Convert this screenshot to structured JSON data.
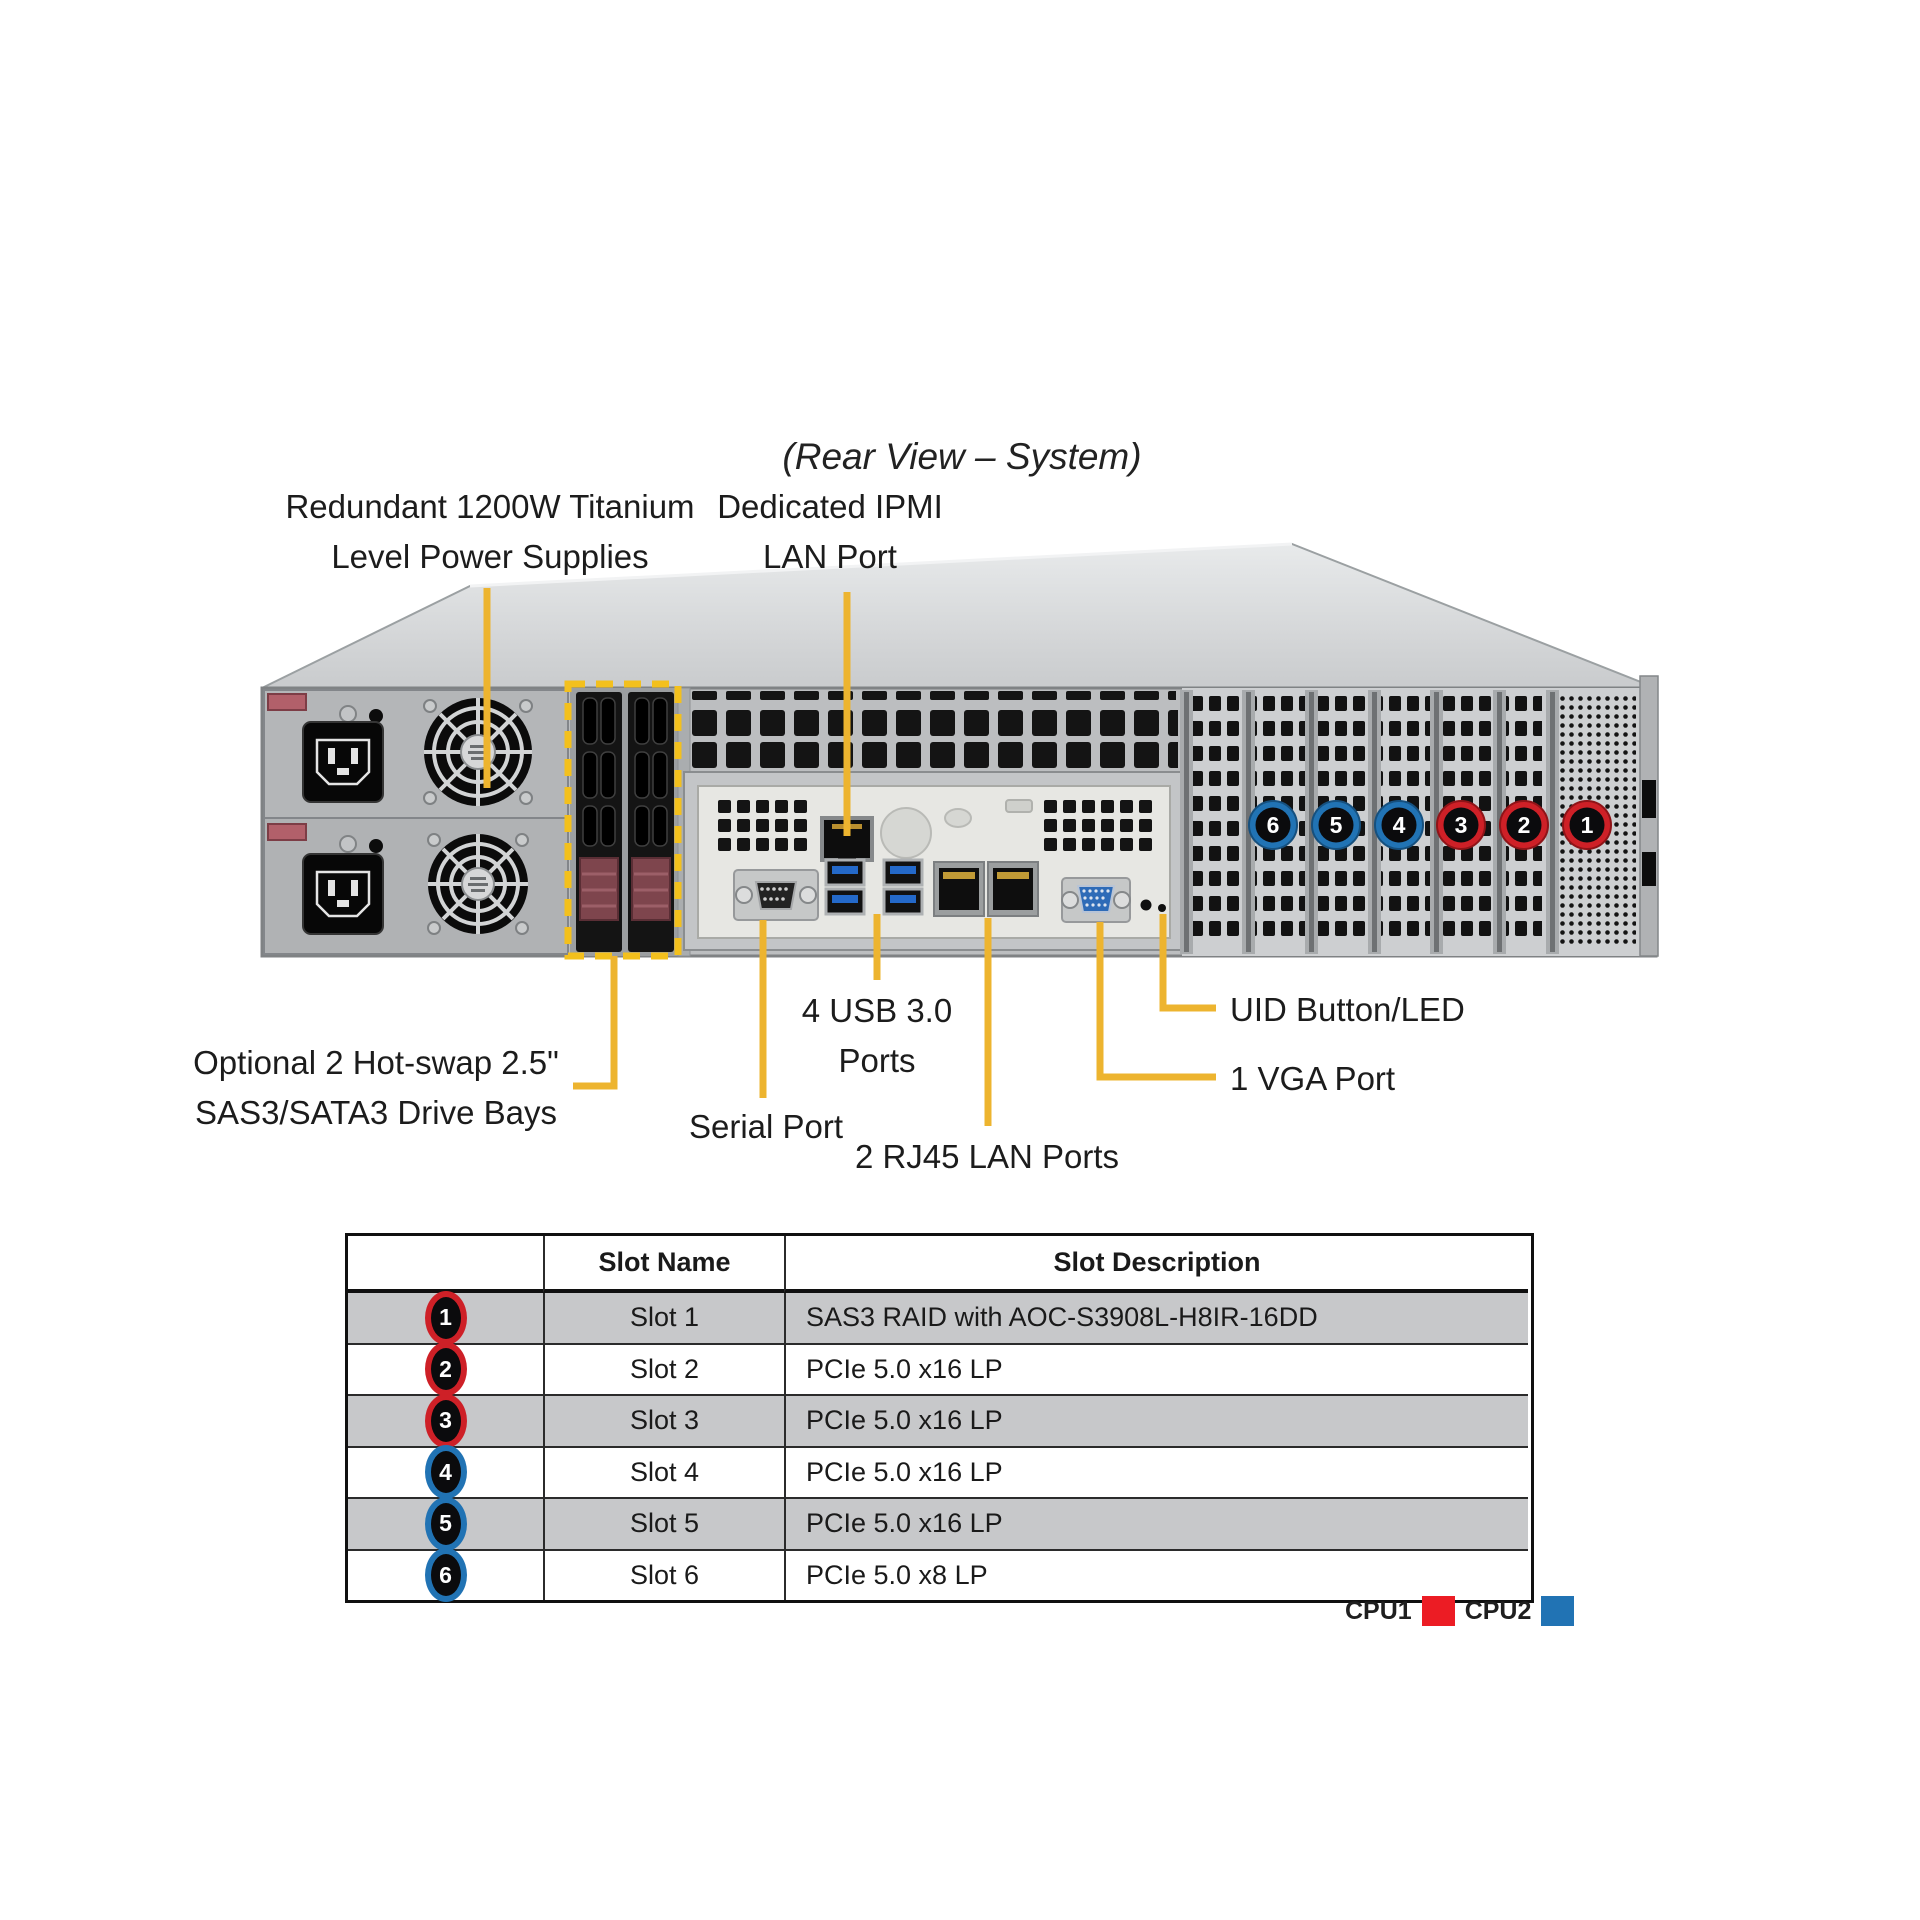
{
  "title": "(Rear View – System)",
  "labels": {
    "psu_line1": "Redundant 1200W Titanium",
    "psu_line2": "Level Power Supplies",
    "ipmi_line1": "Dedicated IPMI",
    "ipmi_line2": "LAN Port",
    "bays_line1": "Optional 2 Hot-swap 2.5\"",
    "bays_line2": "SAS3/SATA3 Drive Bays",
    "serial": "Serial Port",
    "usb_line1": "4 USB 3.0",
    "usb_line2": "Ports",
    "lan": "2 RJ45 LAN Ports",
    "uid": "UID Button/LED",
    "vga": "1 VGA Port"
  },
  "rear_badges": [
    "6",
    "5",
    "4",
    "3",
    "2",
    "1"
  ],
  "table": {
    "headers": [
      "",
      "Slot Name",
      "Slot Description"
    ],
    "rows": [
      {
        "num": "1",
        "cpu": "CPU1",
        "name": "Slot 1",
        "desc": "SAS3 RAID with AOC-S3908L-H8IR-16DD"
      },
      {
        "num": "2",
        "cpu": "CPU1",
        "name": "Slot 2",
        "desc": "PCIe 5.0 x16 LP"
      },
      {
        "num": "3",
        "cpu": "CPU1",
        "name": "Slot 3",
        "desc": "PCIe 5.0 x16 LP"
      },
      {
        "num": "4",
        "cpu": "CPU2",
        "name": "Slot 4",
        "desc": "PCIe 5.0 x16 LP"
      },
      {
        "num": "5",
        "cpu": "CPU2",
        "name": "Slot 5",
        "desc": "PCIe 5.0 x16 LP"
      },
      {
        "num": "6",
        "cpu": "CPU2",
        "name": "Slot 6",
        "desc": "PCIe 5.0 x8 LP"
      }
    ]
  },
  "legend": {
    "cpu1": "CPU1",
    "cpu2": "CPU2",
    "cpu1_color": "#ec1c24",
    "cpu2_color": "#2173b4"
  },
  "colors": {
    "leader_line": "#EDB42F",
    "highlight_dash": "#F3C01D",
    "slot_red": "#CE2027",
    "slot_blue": "#2173B4"
  }
}
